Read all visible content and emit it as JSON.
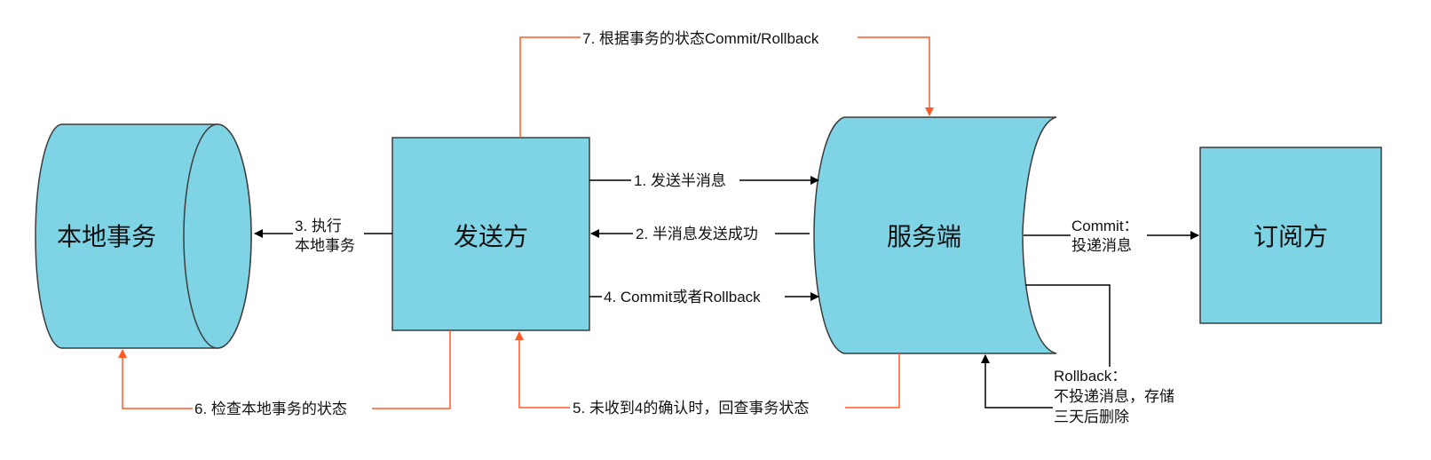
{
  "colors": {
    "node_fill": "#7ed4e5",
    "node_stroke": "#3d3d3d",
    "black_edge": "#000000",
    "red_edge": "#ff5a26",
    "background": "#ffffff"
  },
  "nodes": {
    "local_tx": {
      "label": "本地事务",
      "shape": "cylinder-horizontal"
    },
    "producer": {
      "label": "发送方",
      "shape": "rectangle"
    },
    "broker": {
      "label": "服务端",
      "shape": "stored-data"
    },
    "subscriber": {
      "label": "订阅方",
      "shape": "rectangle"
    }
  },
  "edges": {
    "step1": {
      "label": "1. 发送半消息",
      "from": "发送方",
      "to": "服务端",
      "color": "black"
    },
    "step2": {
      "label": "2. 半消息发送成功",
      "from": "服务端",
      "to": "发送方",
      "color": "black"
    },
    "step3": {
      "lines": [
        "3. 执行",
        "本地事务"
      ],
      "from": "发送方",
      "to": "本地事务",
      "color": "black"
    },
    "step4": {
      "label": "4. Commit或者Rollback",
      "from": "发送方",
      "to": "服务端",
      "color": "black"
    },
    "step5": {
      "label": "5. 未收到4的确认时，回查事务状态",
      "from": "服务端",
      "to": "发送方",
      "color": "red"
    },
    "step6": {
      "label": "6. 检查本地事务的状态",
      "from": "发送方",
      "to": "本地事务",
      "color": "red"
    },
    "step7": {
      "label": "7. 根据事务的状态Commit/Rollback",
      "from": "发送方",
      "to": "服务端",
      "color": "red"
    },
    "commit": {
      "lines": [
        "Commit：",
        "投递消息"
      ],
      "from": "服务端",
      "to": "订阅方",
      "color": "black"
    },
    "rollback": {
      "lines": [
        "Rollback：",
        "不投递消息，存储",
        "三天后删除"
      ],
      "from": "服务端",
      "to": "服务端",
      "color": "black"
    }
  }
}
